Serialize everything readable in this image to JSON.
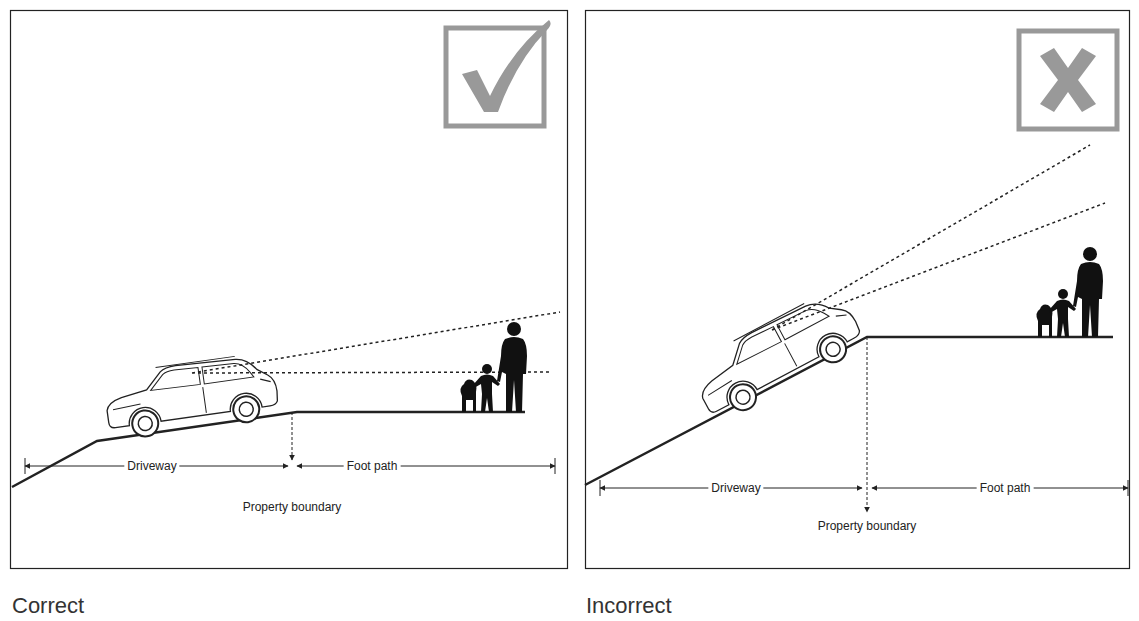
{
  "diagram": {
    "labels": [
      "Driveway",
      "Foot path",
      "Property boundary",
      "Correct",
      "Driveway",
      "Foot path",
      "Property boundary",
      "Incorrect"
    ]
  }
}
